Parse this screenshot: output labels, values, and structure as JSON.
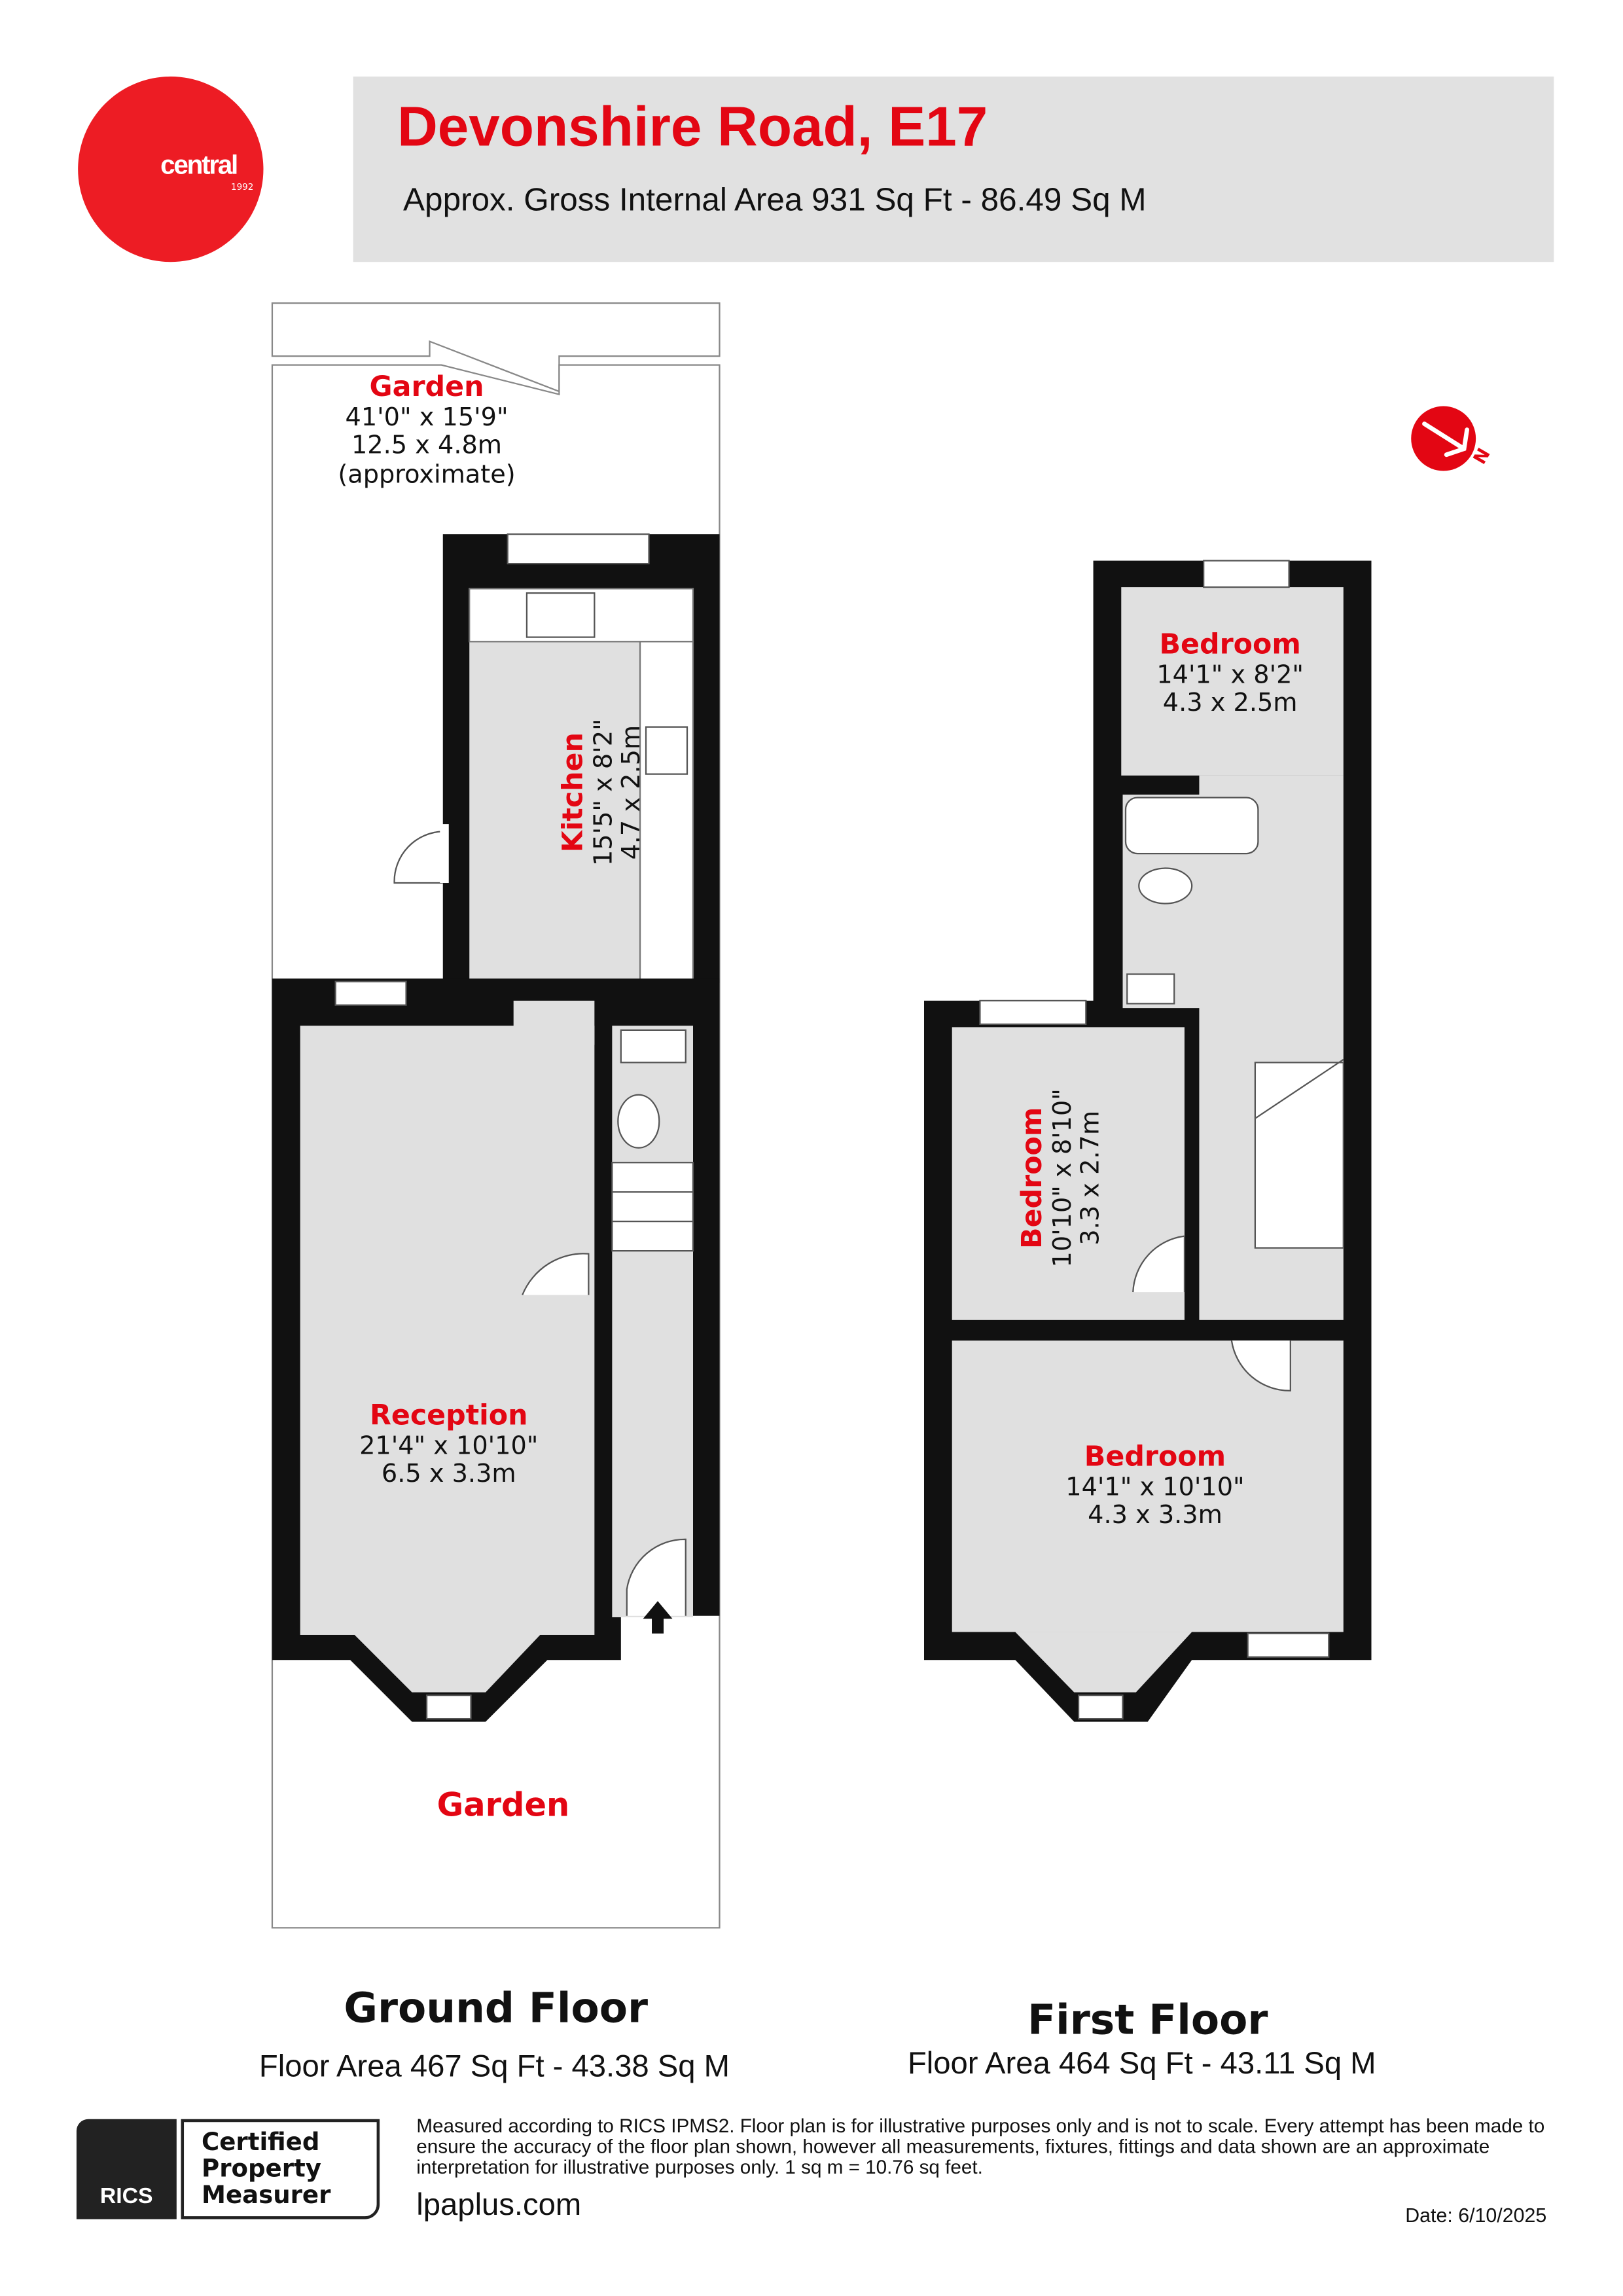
{
  "header": {
    "title": "Devonshire Road, E17",
    "subtitle": "Approx. Gross Internal Area 931 Sq Ft - 86.49 Sq M"
  },
  "logo": {
    "text": "central",
    "year": "1992",
    "color": "#ed1c24"
  },
  "accent_color": "#e30613",
  "compass": {
    "label": "N",
    "icon": "north-arrow-icon"
  },
  "ground_floor": {
    "title": "Ground Floor",
    "area": "Floor Area 467 Sq Ft - 43.38 Sq M",
    "rooms": [
      {
        "name": "Garden",
        "imperial": "41'0\" x 15'9\"",
        "metric": "12.5 x 4.8m",
        "note": "(approximate)"
      },
      {
        "name": "Kitchen",
        "imperial": "15'5\" x 8'2\"",
        "metric": "4.7 x 2.5m"
      },
      {
        "name": "Reception",
        "imperial": "21'4\" x 10'10\"",
        "metric": "6.5 x 3.3m"
      },
      {
        "name": "Garden"
      }
    ]
  },
  "first_floor": {
    "title": "First Floor",
    "area": "Floor Area 464 Sq Ft - 43.11 Sq M",
    "rooms": [
      {
        "name": "Bedroom",
        "imperial": "14'1\" x 8'2\"",
        "metric": "4.3 x 2.5m"
      },
      {
        "name": "Bedroom",
        "imperial": "10'10\" x 8'10\"",
        "metric": "3.3 x 2.7m"
      },
      {
        "name": "Bedroom",
        "imperial": "14'1\" x 10'10\"",
        "metric": "4.3 x 3.3m"
      }
    ]
  },
  "footer": {
    "badge_org": "RICS",
    "badge_lines": [
      "Certified",
      "Property",
      "Measurer"
    ],
    "disclaimer": "Measured according to RICS IPMS2. Floor plan is for illustrative purposes only and is not to scale. Every attempt has been made to ensure the accuracy of the floor plan shown, however all measurements, fixtures, fittings and data shown are an approximate interpretation for illustrative purposes only. 1 sq m = 10.76 sq feet.",
    "website": "lpaplus.com",
    "date": "Date: 6/10/2025"
  }
}
